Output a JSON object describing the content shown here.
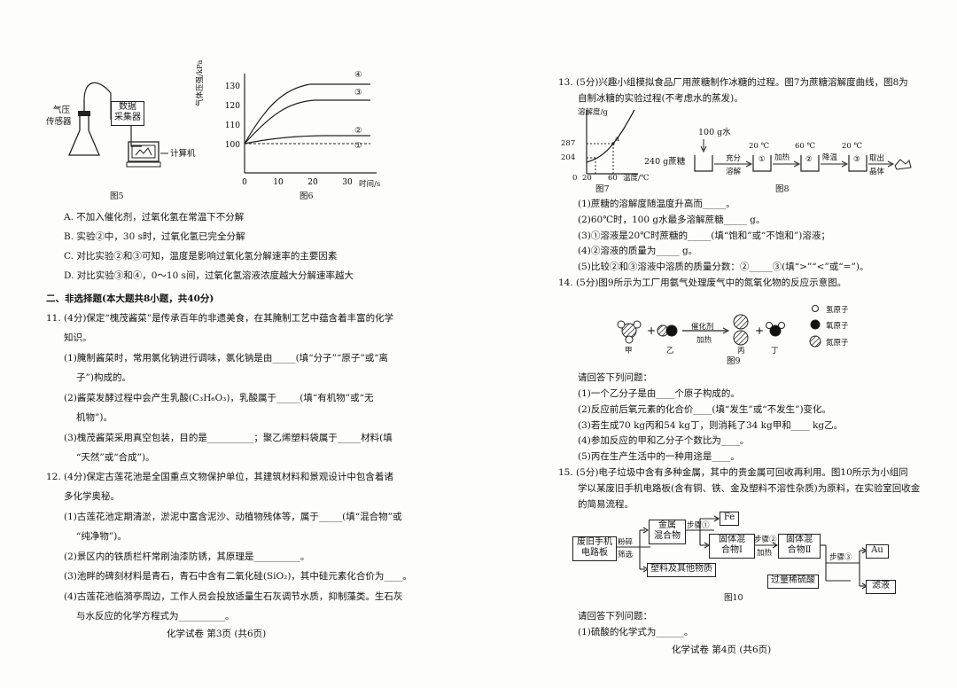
{
  "left_page": {
    "fig5": {
      "pressure_sensor": [
        "气压",
        "传感器"
      ],
      "data_collector": [
        "数据",
        "采集器"
      ],
      "computer": "计算机",
      "caption": "图5"
    },
    "fig6": {
      "caption": "图6",
      "ylabel": "气体压强/kPa",
      "xlabel": "时间/s",
      "curve_labels": [
        "④",
        "③",
        "②",
        "①"
      ]
    },
    "q10_options": [
      "A. 不加入催化剂，过氧化氢在常温下不分解",
      "B. 实验②中，30 s时，过氧化氢已完全分解",
      "C. 对比实验②和③可知，温度是影响过氧化氢分解速率的主要因素",
      "D. 对比实验③和④，0～10 s间，过氧化氢溶液浓度越大分解速率越大"
    ],
    "section2_heading": "二、非选择题(本大题共8小题，共40分)",
    "q11": [
      "11. (4分)保定“槐茂酱菜”是传承百年的非遗美食，在其腌制工艺中蕴含着丰富的化学",
      "知识。",
      "(1)腌制酱菜时，常用氯化钠进行调味，氯化钠是由_____(填“分子”“原子”或“离",
      "子”)构成的。",
      "(2)酱菜发酵过程中会产生乳酸(C₃H₆O₃)，乳酸属于_____(填“有机物”或“无",
      "机物”)。",
      "(3)槐茂酱菜采用真空包装，目的是__________；聚乙烯塑料袋属于_____材料(填",
      "“天然”或“合成”)。"
    ],
    "q12": [
      "12. (4分)保定古莲花池是全国重点文物保护单位，其建筑材料和景观设计中包含着诸",
      "多化学奥秘。",
      "(1)古莲花池定期清淤，淤泥中富含泥沙、动植物残体等，属于_____(填“混合物”或",
      "“纯净物”)。",
      "(2)景区内的铁质栏杆常刷油漆防锈，其原理是__________。",
      "(3)池畔的碑刻材料是青石，青石中含有二氧化硅(SiO₂)，其中硅元素化合价为____。",
      "(4)古莲花池临漪亭周边，工作人员会投放适量生石灰调节水质，抑制藻类。生石灰",
      "与水反应的化学方程式为__________。"
    ],
    "footer": "化学试卷  第3页 (共6页)"
  },
  "right_page": {
    "q13": [
      "13. (5分)兴趣小组模拟食品厂用蔗糖制作冰糖的过程。图7为蔗糖溶解度曲线，图8为",
      "自制冰糖的实验过程(不考虑水的蒸发)。"
    ],
    "fig7": {
      "ylabel": "溶解度/g",
      "xlabel": "温度/℃",
      "caption": "图7",
      "point_label": "a",
      "chart_data": {
        "type": "line",
        "title": "",
        "xlabel": "温度/℃",
        "ylabel": "溶解度/g",
        "x_ticks": [
          0,
          20,
          60
        ],
        "y_ticks": [
          204,
          287
        ],
        "points": [
          {
            "x": 20,
            "y": 204
          },
          {
            "x": 60,
            "y": 287,
            "label": "a"
          }
        ]
      }
    },
    "fig8": {
      "caption": "图8",
      "water": "100 g水",
      "sugar": "240 g蔗糖",
      "step1": [
        "充分",
        "溶解"
      ],
      "step2": "加热",
      "step3": "降温",
      "step4": [
        "取出",
        "晶体"
      ],
      "temps": [
        "20 ℃",
        "60 ℃",
        "20 ℃"
      ],
      "beakers": [
        "①",
        "②",
        "③"
      ]
    },
    "q13_items": [
      "(1)蔗糖的溶解度随温度升高而_____。",
      "(2)60℃时，100 g水最多溶解蔗糖_____ g。",
      "(3)①溶液是20℃时蔗糖的_____(填“饱和”或“不饱和”)溶液；",
      "(4)②溶液的质量为_____ g。",
      "(5)比较②和③溶液中溶质的质量分数：②_____③(填“>”“<”或“=”)。"
    ],
    "q14_heading": "14. (5分)图9所示为工厂用氨气处理废气中的氮氧化物的反应示意图。",
    "fig9": {
      "caption": "图9",
      "catalyst": "催化剂",
      "heat": "加热",
      "labels": [
        "甲",
        "乙",
        "丙",
        "丁"
      ],
      "legend": [
        "氢原子",
        "氧原子",
        "氮原子"
      ]
    },
    "q14_items": [
      "请回答下列问题：",
      "(1)一个乙分子是由____个原子构成的。",
      "(2)反应前后氧元素的化合价____(填“发生”或“不发生”)变化。",
      "(3)若生成70 kg丙和54 kg丁，则消耗了34 kg甲和____ kg乙。",
      "(4)参加反应的甲和乙分子个数比为____。",
      "(5)丙在生产生活中的一种用途是____。"
    ],
    "q15": [
      "15. (5分)电子垃圾中含有多种金属，其中的贵金属可回收再利用。图10所示为小组同",
      "学以某废旧手机电路板(含有铜、铁、金及塑料不溶性杂质)为原料，在实验室回收金",
      "的简易流程。"
    ],
    "fig10": {
      "caption": "图10",
      "board": [
        "废旧手机",
        "电路板"
      ],
      "crush": [
        "粉碎",
        "筛选"
      ],
      "metal": [
        "金属",
        "混合物"
      ],
      "step1": "步骤①",
      "fe": "Fe",
      "solid1": [
        "固体混",
        "合物Ⅰ"
      ],
      "step2": "步骤②",
      "heat": "加热",
      "solid2": [
        "固体混",
        "合物Ⅱ"
      ],
      "step3": "步骤③",
      "au": "Au",
      "filtrate": "滤液",
      "plastic": "塑料及其他物质",
      "acid": "过量稀硫酸"
    },
    "q15_items": [
      "请回答下列问题：",
      "(1)硫酸的化学式为______。"
    ],
    "footer": "化学试卷  第4页 (共6页)"
  }
}
